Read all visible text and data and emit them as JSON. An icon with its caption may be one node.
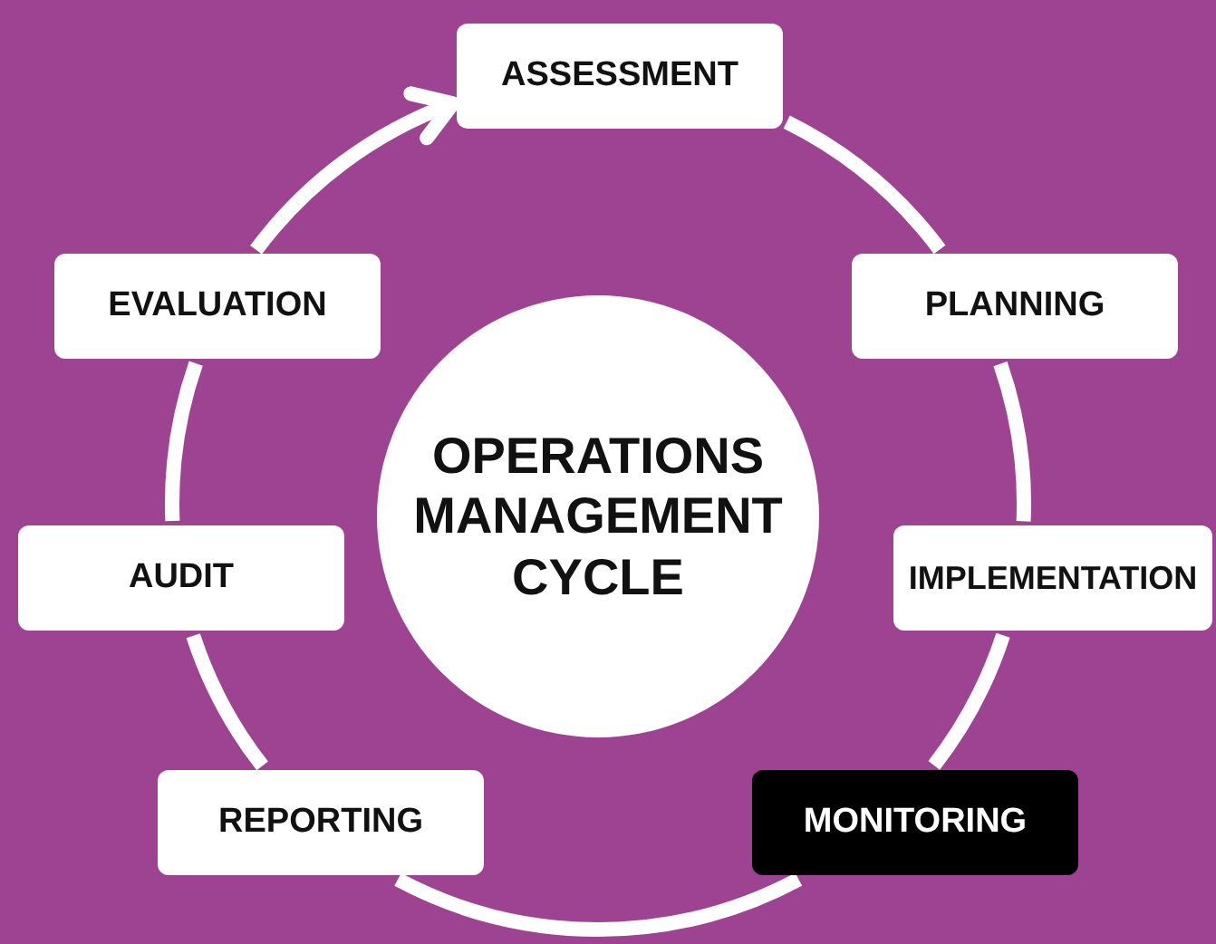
{
  "diagram": {
    "nodes": [
      {
        "text": [
          "ASSESSMENT"
        ]
      },
      {
        "text": [
          "PLANNING"
        ]
      },
      {
        "text": [
          "IMPLEMENTATION"
        ]
      },
      {
        "text": [
          "MONITORING"
        ]
      },
      {
        "text": [
          "REPORTING"
        ]
      },
      {
        "text": [
          "AUDIT"
        ]
      },
      {
        "text": [
          "EVALUATION"
        ]
      },
      {
        "text": [
          "OPERATIONS MANAGEMENT CYCLE"
        ]
      }
    ],
    "edges": [
      {
        "from": 0,
        "to": 1,
        "arrow": "none"
      },
      {
        "from": 1,
        "to": 2,
        "arrow": "none"
      },
      {
        "from": 2,
        "to": 3,
        "arrow": "none"
      },
      {
        "from": 3,
        "to": 4,
        "arrow": "none"
      },
      {
        "from": 4,
        "to": 5,
        "arrow": "none"
      },
      {
        "from": 5,
        "to": 6,
        "arrow": "none"
      },
      {
        "from": 6,
        "to": 0,
        "arrow": "to"
      }
    ]
  }
}
